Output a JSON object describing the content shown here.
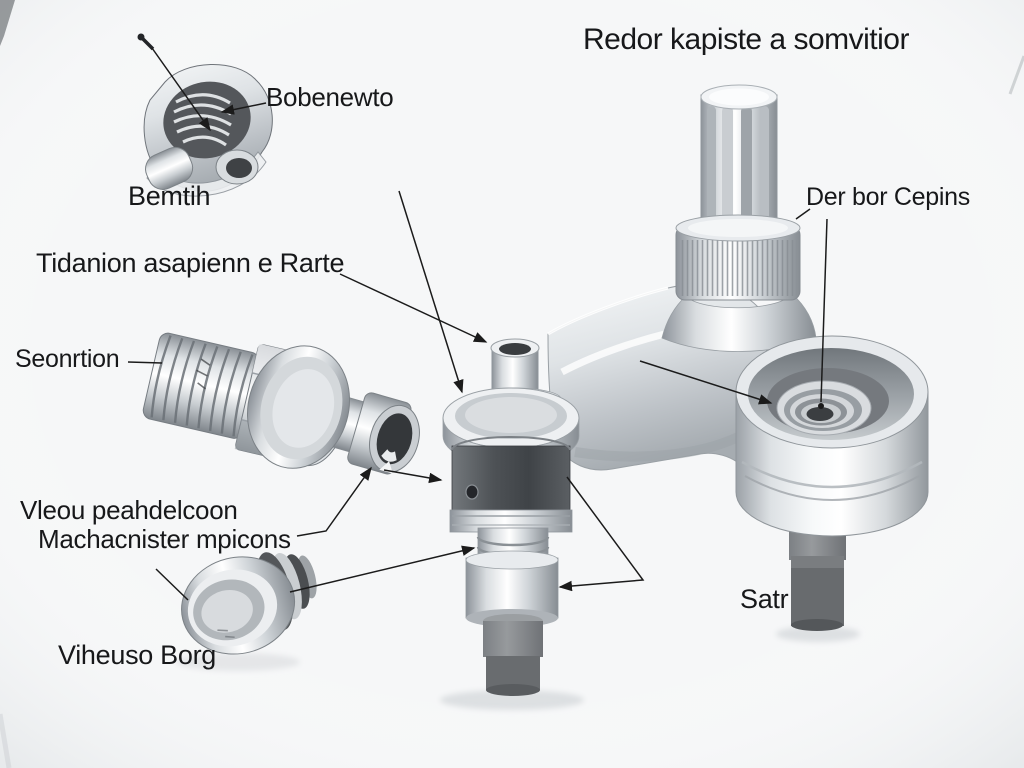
{
  "diagram": {
    "title": "Redor kapiste a somvitior",
    "callouts": [
      {
        "id": "bobenewto",
        "text": "Bobenewto"
      },
      {
        "id": "bemtih",
        "text": "Bemtih"
      },
      {
        "id": "tidanion",
        "text": "Tidanion asapienn e Rarte"
      },
      {
        "id": "seonrtion",
        "text": "Seonrtion"
      },
      {
        "id": "der-bor-cepins",
        "text": "Der bor Cepins"
      },
      {
        "id": "vleou",
        "text": "Vleou peahdelcoon"
      },
      {
        "id": "machacnister",
        "text": "Machacnister mpicons"
      },
      {
        "id": "viheuso-borg",
        "text": "Viheuso Borg"
      },
      {
        "id": "satr",
        "text": "Satr"
      }
    ],
    "colors": {
      "background": "#f6f7f8",
      "leader_line": "#1b1b1b",
      "text": "#17181a",
      "metal_highlight": "#ffffff",
      "metal_shadow": "#85898d",
      "dark_part": "#4a4e52"
    }
  }
}
